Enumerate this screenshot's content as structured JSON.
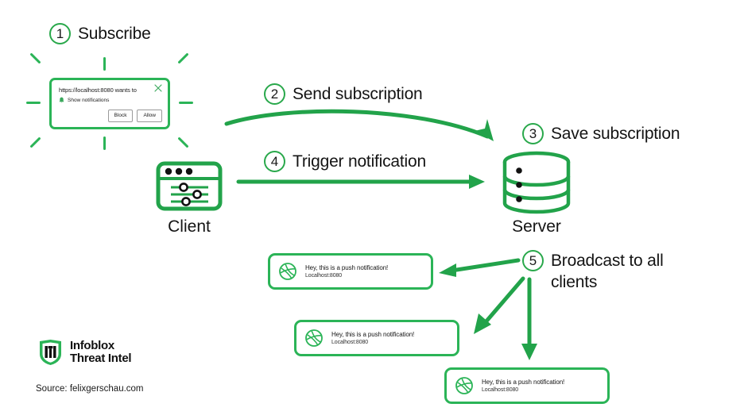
{
  "theme": {
    "green": "#2bb457",
    "green_dark": "#1e9c45",
    "text": "#141414",
    "background": "#ffffff"
  },
  "steps": [
    {
      "number": "1",
      "label": "Subscribe"
    },
    {
      "number": "2",
      "label": "Send subscription"
    },
    {
      "number": "3",
      "label": "Save subscription"
    },
    {
      "number": "4",
      "label": "Trigger notification"
    },
    {
      "number": "5",
      "label": "Broadcast to all\nclients"
    }
  ],
  "permission_dialog": {
    "title": "https://localhost:8080 wants to",
    "permission": "Show notifications",
    "block_label": "Block",
    "allow_label": "Allow"
  },
  "nodes": {
    "client_label": "Client",
    "server_label": "Server"
  },
  "notifications": [
    {
      "title": "Hey, this is a push notification!",
      "subtitle": "Localhost:8080"
    },
    {
      "title": "Hey, this is a push notification!",
      "subtitle": "Localhost:8080"
    },
    {
      "title": "Hey, this is a push notification!",
      "subtitle": "Localhost:8080"
    }
  ],
  "footer": {
    "brand_line1": "Infoblox",
    "brand_line2": "Threat Intel",
    "source": "Source: felixgerschau.com"
  }
}
